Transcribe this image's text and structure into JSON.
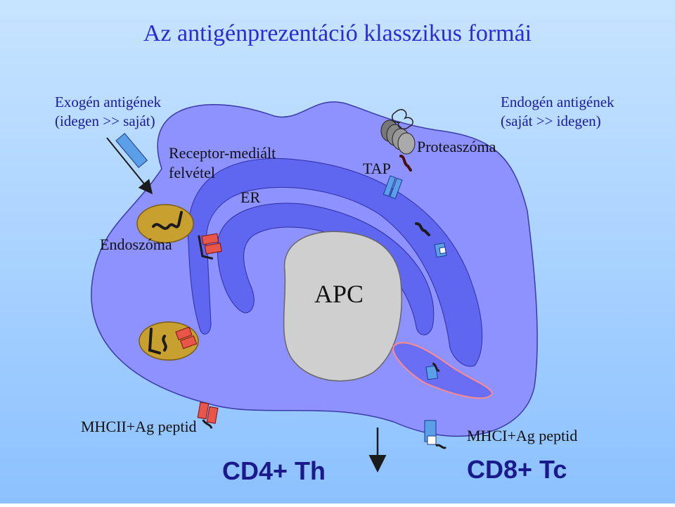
{
  "title": "Az antigénprezentáció klasszikus formái",
  "labels": {
    "exogen_line1": "Exogén antigének",
    "exogen_line2": "(idegen >> saját)",
    "endogen_line1": "Endogén antigének",
    "endogen_line2": "(saját >> idegen)",
    "receptor_line1": "Receptor-mediált",
    "receptor_line2": "felvétel",
    "er": "ER",
    "tap": "TAP",
    "proteasome": "Proteaszóma",
    "endosome": "Endoszóma",
    "apc": "APC",
    "mhc2": "MHCII+Ag peptid",
    "mhc1": "MHCI+Ag peptid",
    "cd4": "CD4+ Th",
    "cd8": "CD8+ Tc"
  },
  "colors": {
    "background_top": "#bfe0ff",
    "background_bottom": "#8fc3ff",
    "cell": "#8e92ff",
    "er": "#5f66f0",
    "nucleus": "#cfcfcf",
    "endosome": "#c8a030",
    "mhc2_red": "#e8564a",
    "mhc1_blue": "#5a9fe8",
    "peptide": "#1b1b1b"
  },
  "icons": [
    "receptor-icon",
    "proteasome-icon",
    "peptide-icon",
    "mhc-class-ii-icon",
    "mhc-class-i-icon",
    "arrow-icon"
  ]
}
